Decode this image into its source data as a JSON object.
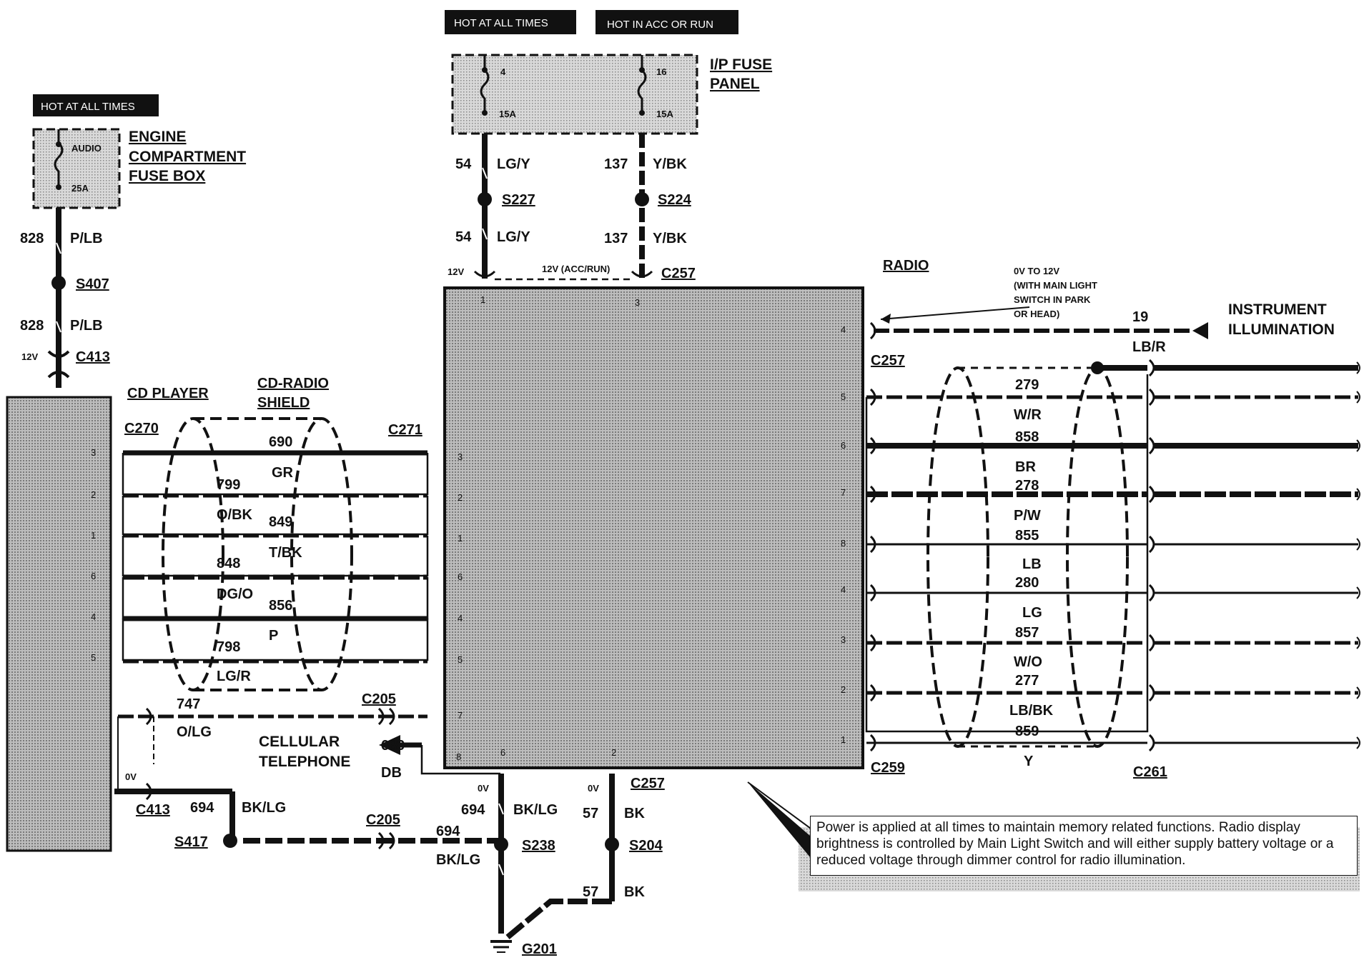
{
  "hot_labels": {
    "engine": "HOT AT ALL TIMES",
    "fuse1": "HOT AT ALL TIMES",
    "fuse2": "HOT IN ACC OR RUN"
  },
  "components": {
    "engine_box": [
      "ENGINE",
      "COMPARTMENT",
      "FUSE BOX"
    ],
    "engine_fuse_name": "AUDIO",
    "engine_fuse_amp": "25A",
    "ip_panel": [
      "I/P FUSE",
      "PANEL"
    ],
    "ip_fuse_a_num": "4",
    "ip_fuse_a_amp": "15A",
    "ip_fuse_b_num": "16",
    "ip_fuse_b_amp": "15A",
    "radio": "RADIO",
    "cd_player": "CD PLAYER",
    "cd_shield": [
      "CD-RADIO",
      "SHIELD"
    ],
    "cellular": [
      "CELLULAR",
      "TELEPHONE"
    ],
    "instrument": [
      "INSTRUMENT",
      "ILLUMINATION"
    ],
    "illum_note": [
      "0V TO 12V",
      "(WITH MAIN LIGHT",
      "SWITCH IN PARK",
      "OR HEAD)"
    ]
  },
  "connectors": {
    "c413_top": "C413",
    "c413_bot": "C413",
    "c270": "C270",
    "c271": "C271",
    "c205_a": "C205",
    "c205_b": "C205",
    "c257_top": "C257",
    "c257_right": "C257",
    "c257_bot": "C257",
    "c259": "C259",
    "c261": "C261"
  },
  "splices": {
    "s407": "S407",
    "s227": "S227",
    "s224": "S224",
    "s417": "S417",
    "s238": "S238",
    "s204": "S204",
    "g201": "G201"
  },
  "wires": {
    "w828": "828",
    "pl": "P/LB",
    "w54": "54",
    "lgy": "LG/Y",
    "w137": "137",
    "ybk": "Y/BK",
    "w747": "747",
    "olg": "O/LG",
    "w689": "689",
    "db": "DB",
    "w694": "694",
    "bklg": "BK/LG",
    "w57": "57",
    "bk": "BK",
    "w19": "19",
    "lbr": "LB/R"
  },
  "voltages": {
    "v12": "12V",
    "acc": "12V (ACC/RUN)",
    "zero": "0V"
  },
  "cd_wires": {
    "nums": [
      "690",
      "799",
      "849",
      "848",
      "856",
      "798"
    ],
    "colors": [
      "GR",
      "O/BK",
      "T/BK",
      "DG/O",
      "P",
      "LG/R"
    ],
    "pins": [
      "3",
      "2",
      "1",
      "6",
      "4",
      "5"
    ]
  },
  "radio_wires": {
    "nums": [
      "279",
      "858",
      "278",
      "855",
      "280",
      "857",
      "277",
      "859"
    ],
    "colors": [
      "W/R",
      "BR",
      "P/W",
      "LB",
      "LG",
      "W/O",
      "LB/BK",
      "Y"
    ],
    "right_pins": [
      "4",
      "5",
      "6",
      "7",
      "8",
      "4",
      "3",
      "2",
      "1"
    ],
    "left_pins": [
      "3",
      "2",
      "1",
      "6",
      "4",
      "5",
      "7",
      "8"
    ],
    "top_pins": [
      "1",
      "3"
    ],
    "bottom_pins": [
      "6",
      "2"
    ]
  },
  "note": "Power is applied at all times to maintain memory related functions.  Radio display brightness is controlled by Main Light Switch and will either supply battery voltage or a reduced voltage through dimmer control for radio illumination."
}
